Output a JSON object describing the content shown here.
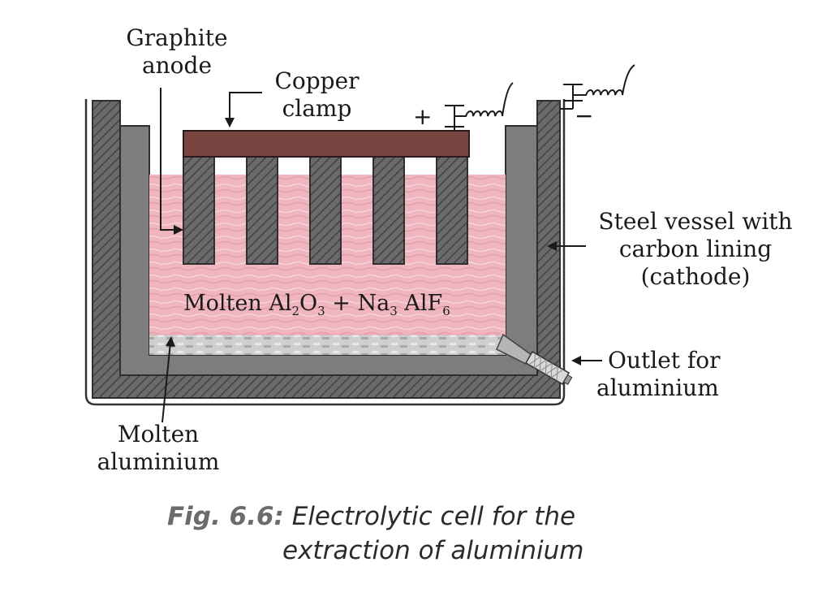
{
  "labels": {
    "graphite_anode_line1": "Graphite",
    "graphite_anode_line2": "anode",
    "copper_clamp_line1": "Copper",
    "copper_clamp_line2": "clamp",
    "steel_vessel_line1": "Steel vessel with",
    "steel_vessel_line2": "carbon lining",
    "steel_vessel_line3": "(cathode)",
    "outlet_line1": "Outlet for",
    "outlet_line2": "aluminium",
    "molten_al_line1": "Molten",
    "molten_al_line2": "aluminium",
    "plus_terminal": "+",
    "minus_terminal": "−"
  },
  "formula": {
    "prefix": "Molten Al",
    "al_sub": "2",
    "o": "O",
    "o_sub": "3",
    "plus": " + Na",
    "na_sub": "3",
    "alf": " AlF",
    "f_sub": "6"
  },
  "caption": {
    "figure_number": "Fig. 6.6:",
    "line1": " Electrolytic cell for the",
    "line2": "extraction of aluminium"
  },
  "colors": {
    "electrolyte": "#f0b8c0",
    "clamp": "#7a4440",
    "vessel_dark": "#5e5e5e",
    "lining_gray": "#7d7d7d",
    "molten_aluminium": "#c9c9c9"
  }
}
